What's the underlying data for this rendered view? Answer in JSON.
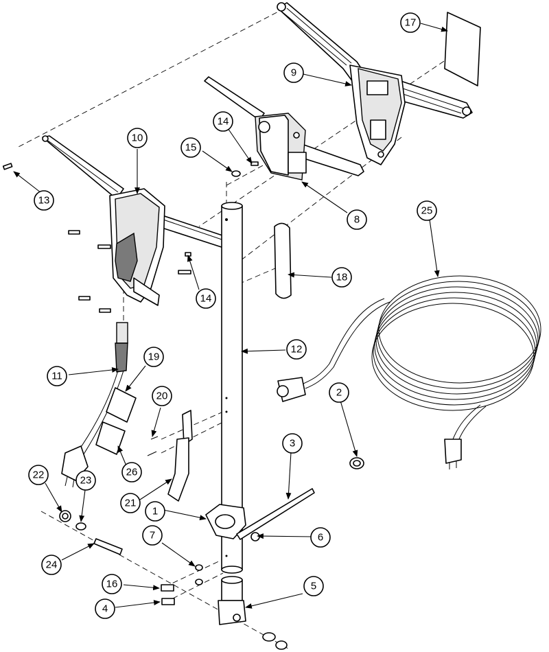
{
  "callouts": [
    {
      "id": "c1",
      "label": "1"
    },
    {
      "id": "c2",
      "label": "2"
    },
    {
      "id": "c3",
      "label": "3"
    },
    {
      "id": "c4",
      "label": "4"
    },
    {
      "id": "c5",
      "label": "5"
    },
    {
      "id": "c6",
      "label": "6"
    },
    {
      "id": "c7",
      "label": "7"
    },
    {
      "id": "c8",
      "label": "8"
    },
    {
      "id": "c9",
      "label": "9"
    },
    {
      "id": "c10",
      "label": "10"
    },
    {
      "id": "c11",
      "label": "11"
    },
    {
      "id": "c12",
      "label": "12"
    },
    {
      "id": "c13",
      "label": "13"
    },
    {
      "id": "c14a",
      "label": "14"
    },
    {
      "id": "c14b",
      "label": "14"
    },
    {
      "id": "c15",
      "label": "15"
    },
    {
      "id": "c16",
      "label": "16"
    },
    {
      "id": "c17",
      "label": "17"
    },
    {
      "id": "c18",
      "label": "18"
    },
    {
      "id": "c19",
      "label": "19"
    },
    {
      "id": "c20",
      "label": "20"
    },
    {
      "id": "c21",
      "label": "21"
    },
    {
      "id": "c22",
      "label": "22"
    },
    {
      "id": "c23",
      "label": "23"
    },
    {
      "id": "c24",
      "label": "24"
    },
    {
      "id": "c25",
      "label": "25"
    },
    {
      "id": "c26",
      "label": "26"
    }
  ]
}
